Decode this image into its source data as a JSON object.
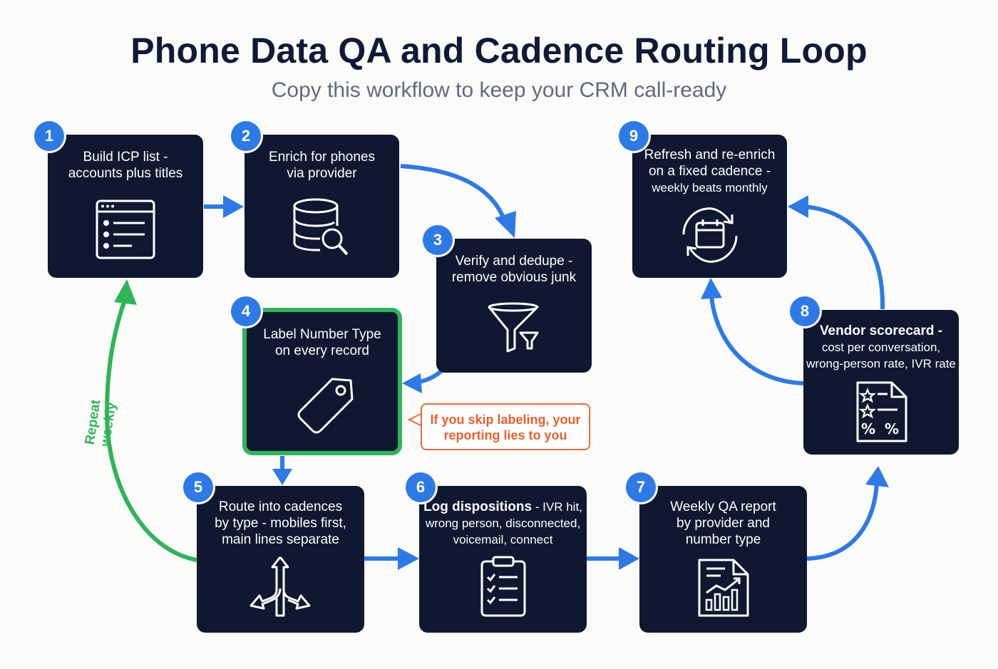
{
  "header": {
    "title": "Phone Data QA and Cadence Routing Loop",
    "subtitle": "Copy this workflow to keep your CRM call-ready"
  },
  "colors": {
    "card_bg": "#0f1830",
    "badge": "#2d7ae6",
    "flow_arrow": "#2d7ae6",
    "loop_arrow": "#2fb45a",
    "highlight_border": "#2fb45a",
    "callout": "#ea6b3d",
    "title": "#0f1a36",
    "subtitle": "#5f6b7d"
  },
  "steps": [
    {
      "number": "1",
      "lines": [
        "Build ICP list -",
        "accounts plus titles"
      ],
      "icon": "list-window-icon"
    },
    {
      "number": "2",
      "lines": [
        "Enrich for phones",
        "via provider"
      ],
      "icon": "database-search-icon"
    },
    {
      "number": "3",
      "lines": [
        "Verify and dedupe -",
        "remove obvious junk"
      ],
      "icon": "funnel-icon"
    },
    {
      "number": "4",
      "lines": [
        "Label Number Type",
        "on every record"
      ],
      "icon": "tag-icon",
      "highlighted": true
    },
    {
      "number": "5",
      "lines": [
        "Route into cadences",
        "by type - mobiles first,",
        "main lines separate"
      ],
      "icon": "split-arrows-icon"
    },
    {
      "number": "6",
      "bold": "Log dispositions",
      "rest": " - IVR hit,",
      "lines": [
        "wrong person, disconnected,",
        "voicemail, connect"
      ],
      "icon": "checklist-clipboard-icon"
    },
    {
      "number": "7",
      "lines": [
        "Weekly QA report",
        "by provider and",
        "number type"
      ],
      "icon": "report-chart-icon"
    },
    {
      "number": "8",
      "bold": "Vendor scorecard -",
      "lines": [
        "cost per conversation,",
        "wrong-person rate, IVR rate"
      ],
      "icon": "scorecard-icon"
    },
    {
      "number": "9",
      "lines": [
        "Refresh and re-enrich",
        "on a fixed cadence -"
      ],
      "small": "weekly beats monthly",
      "icon": "calendar-refresh-icon"
    }
  ],
  "callout": {
    "lines": [
      "If you skip labeling, your",
      "reporting lies to you"
    ]
  },
  "loop_label": "Repeat weekly"
}
